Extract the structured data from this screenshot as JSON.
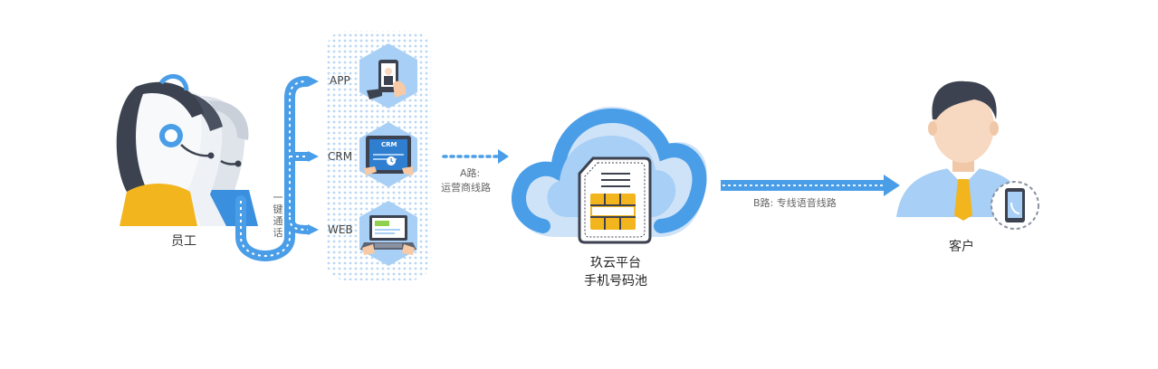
{
  "employee": {
    "label": "员工"
  },
  "one_click": {
    "label": "一键通话"
  },
  "channels": [
    {
      "id": "app",
      "label": "APP"
    },
    {
      "id": "crm",
      "label": "CRM",
      "screen_text": "CRM"
    },
    {
      "id": "web",
      "label": "WEB"
    }
  ],
  "route_a": {
    "line1": "A路:",
    "line2": "运营商线路"
  },
  "platform": {
    "line1": "玖云平台",
    "line2": "手机号码池"
  },
  "route_b": {
    "label": "B路:  专线语音线路"
  },
  "customer": {
    "label": "客户"
  },
  "colors": {
    "blue": "#4a9ee8",
    "light_blue": "#a8cff5",
    "pale_blue": "#cfe3f8",
    "yellow": "#f2b51e",
    "dark": "#3c4250",
    "skin": "#f7d8c0"
  },
  "icons": [
    "headset-icon",
    "phone-icon",
    "tablet-icon",
    "laptop-icon",
    "cloud-icon",
    "sim-card-icon",
    "mobile-phone-icon"
  ]
}
